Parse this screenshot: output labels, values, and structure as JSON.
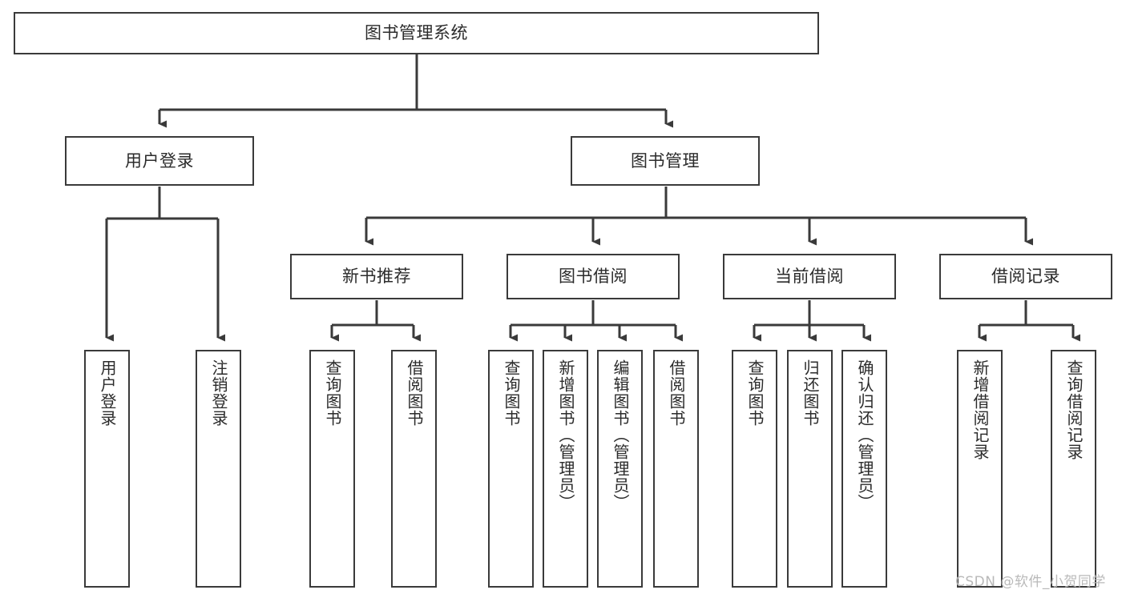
{
  "diagram": {
    "title": "图书管理系统",
    "type": "tree-hierarchy",
    "root": {
      "label": "图书管理系统"
    },
    "level2": [
      {
        "label": "用户登录"
      },
      {
        "label": "图书管理"
      }
    ],
    "level3": [
      {
        "label": "新书推荐"
      },
      {
        "label": "图书借阅"
      },
      {
        "label": "当前借阅"
      },
      {
        "label": "借阅记录"
      }
    ],
    "leaves": [
      {
        "label": "用户登录"
      },
      {
        "label": "注销登录"
      },
      {
        "label": "查询图书"
      },
      {
        "label": "借阅图书"
      },
      {
        "label": "查询图书"
      },
      {
        "label": "新增图书（管理员）"
      },
      {
        "label": "编辑图书（管理员）"
      },
      {
        "label": "借阅图书"
      },
      {
        "label": "查询图书"
      },
      {
        "label": "归还图书"
      },
      {
        "label": "确认归还（管理员）"
      },
      {
        "label": "新增借阅记录"
      },
      {
        "label": "查询借阅记录"
      }
    ]
  },
  "watermark": {
    "text": "CSDN @软件_小贺同学"
  },
  "colors": {
    "stroke": "#3a3a3a",
    "text": "#2b2b2b",
    "background": "#ffffff",
    "watermark": "#b9b9b9"
  }
}
